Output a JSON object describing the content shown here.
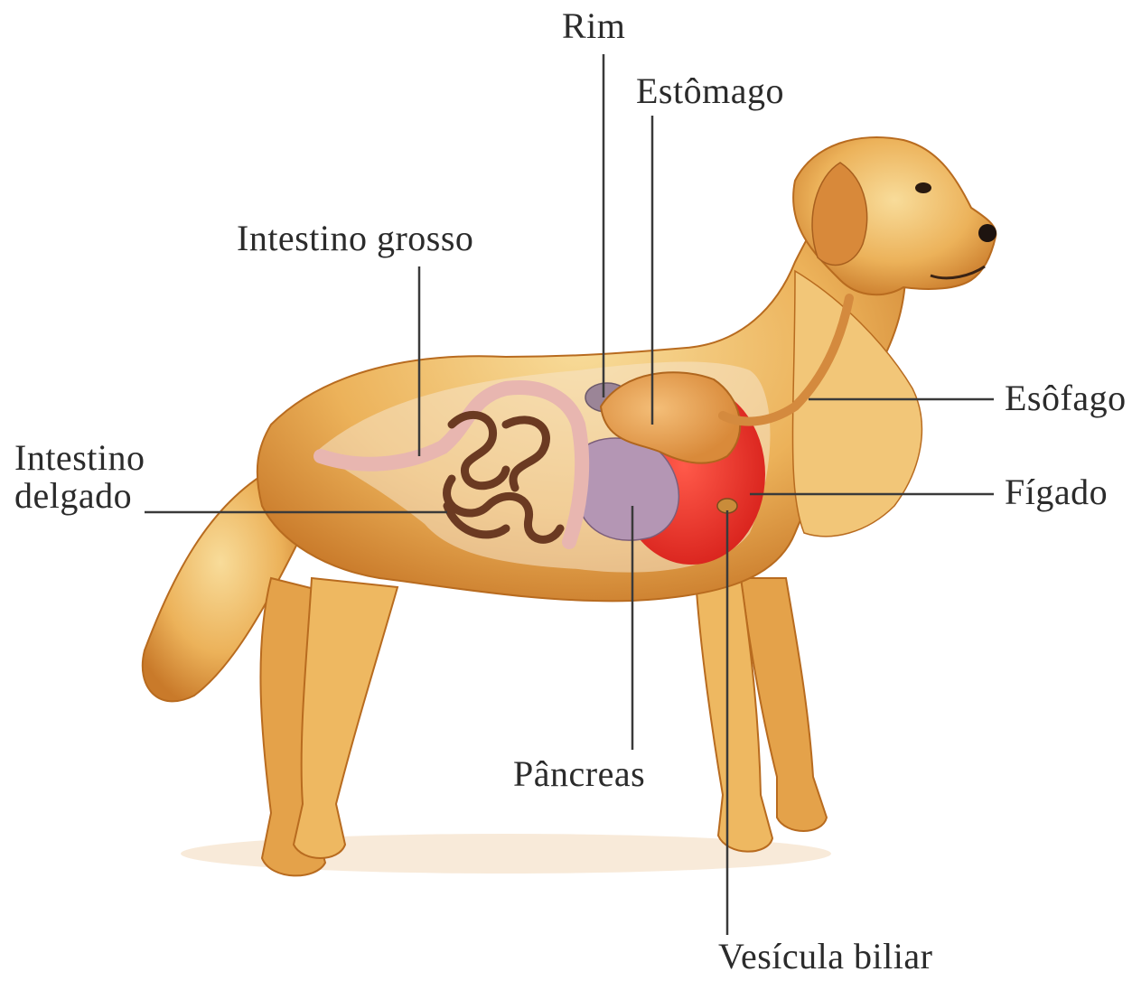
{
  "labels": {
    "rim": "Rim",
    "estomago": "Estômago",
    "intestino_grosso": "Intestino grosso",
    "intestino_delgado_line1": "Intestino",
    "intestino_delgado_line2": "delgado",
    "esofago": "Esôfago",
    "figado": "Fígado",
    "pancreas": "Pâncreas",
    "vesicula_biliar": "Vesícula biliar"
  },
  "colors": {
    "fur": "#e8a94a",
    "fur_light": "#f6d58e",
    "fur_dark": "#b86b1f",
    "liver": "#e8322a",
    "stomach": "#e9a35a",
    "kidney": "#9b8597",
    "pancreas": "#b496b4",
    "small_intestine": "#6b3a22",
    "large_intestine": "#e8b6b0",
    "leader_line": "#3a3a3a"
  }
}
